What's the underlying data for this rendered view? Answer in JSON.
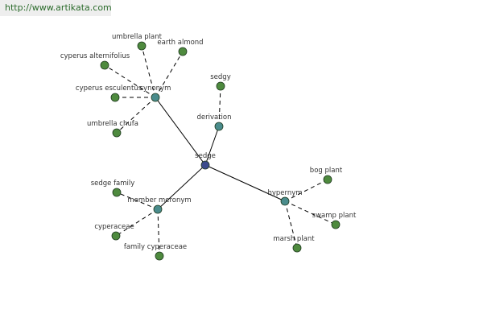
{
  "watermark": "http://www.artikata.com",
  "colors": {
    "root": "#3b4b8c",
    "relation": "#4a8c8c",
    "leaf": "#4e8a3e",
    "node_stroke": "#1f3a1f",
    "edge": "#000000"
  },
  "nodes": [
    {
      "id": "sedge",
      "label": "sedge",
      "kind": "root"
    },
    {
      "id": "synonym",
      "label": "synonym",
      "kind": "relation"
    },
    {
      "id": "derivation",
      "label": "derivation",
      "kind": "relation"
    },
    {
      "id": "hypernym",
      "label": "hypernym",
      "kind": "relation"
    },
    {
      "id": "member_meronym",
      "label": "member meronym",
      "kind": "relation"
    },
    {
      "id": "umbrella_plant",
      "label": "umbrella plant",
      "kind": "leaf"
    },
    {
      "id": "earth_almond",
      "label": "earth almond",
      "kind": "leaf"
    },
    {
      "id": "cyperus_alternifolius",
      "label": "cyperus alternifolius",
      "kind": "leaf"
    },
    {
      "id": "cyperus_esculentus",
      "label": "cyperus esculentus",
      "kind": "leaf"
    },
    {
      "id": "umbrella_chufa",
      "label": "umbrella chufa",
      "kind": "leaf"
    },
    {
      "id": "sedgy",
      "label": "sedgy",
      "kind": "leaf"
    },
    {
      "id": "bog_plant",
      "label": "bog plant",
      "kind": "leaf"
    },
    {
      "id": "swamp_plant",
      "label": "swamp plant",
      "kind": "leaf"
    },
    {
      "id": "marsh_plant",
      "label": "marsh plant",
      "kind": "leaf"
    },
    {
      "id": "sedge_family",
      "label": "sedge family",
      "kind": "leaf"
    },
    {
      "id": "cyperaceae",
      "label": "cyperaceae",
      "kind": "leaf"
    },
    {
      "id": "family_cyperaceae",
      "label": "family cyperaceae",
      "kind": "leaf"
    }
  ],
  "edges": [
    {
      "from": "sedge",
      "to": "synonym",
      "style": "solid"
    },
    {
      "from": "sedge",
      "to": "derivation",
      "style": "solid"
    },
    {
      "from": "sedge",
      "to": "hypernym",
      "style": "solid"
    },
    {
      "from": "sedge",
      "to": "member_meronym",
      "style": "solid"
    },
    {
      "from": "synonym",
      "to": "umbrella_plant",
      "style": "dashed"
    },
    {
      "from": "synonym",
      "to": "earth_almond",
      "style": "dashed"
    },
    {
      "from": "synonym",
      "to": "cyperus_alternifolius",
      "style": "dashed"
    },
    {
      "from": "synonym",
      "to": "cyperus_esculentus",
      "style": "dashed"
    },
    {
      "from": "synonym",
      "to": "umbrella_chufa",
      "style": "dashed"
    },
    {
      "from": "derivation",
      "to": "sedgy",
      "style": "dashed"
    },
    {
      "from": "hypernym",
      "to": "bog_plant",
      "style": "dashed"
    },
    {
      "from": "hypernym",
      "to": "swamp_plant",
      "style": "dashed"
    },
    {
      "from": "hypernym",
      "to": "marsh_plant",
      "style": "dashed"
    },
    {
      "from": "member_meronym",
      "to": "sedge_family",
      "style": "dashed"
    },
    {
      "from": "member_meronym",
      "to": "cyperaceae",
      "style": "dashed"
    },
    {
      "from": "member_meronym",
      "to": "family_cyperaceae",
      "style": "dashed"
    }
  ]
}
